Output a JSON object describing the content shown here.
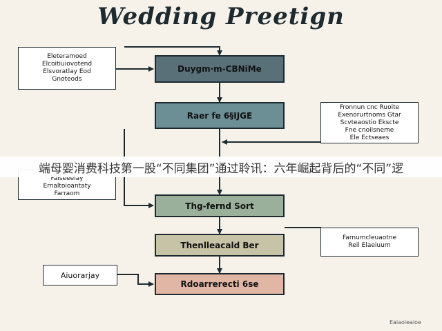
{
  "title": "Wedding Preetign",
  "nodes": {
    "n1": {
      "label": "Duygm·m-CBNiMe",
      "fill": "#5a7079"
    },
    "n2": {
      "label": "Raer fe 6§IJGE",
      "fill": "#6b8f95"
    },
    "n3": {
      "label": "Thg-fernd Sort",
      "fill": "#9ab09a"
    },
    "n4": {
      "label": "Thenlleacald Ber",
      "fill": "#c7c3a6"
    },
    "n5": {
      "label": "Rdoarrerecti 6se",
      "fill": "#e2b6a4"
    }
  },
  "notes": {
    "left_top": [
      "Eleteramoed",
      "Elcoitiuiovotend",
      "Elsvoratlay Eod",
      "Gnoteods"
    ],
    "left_mid": [
      "Faiseeeiay",
      "Ernaltoioantaty",
      "Farraom"
    ],
    "right_top": [
      "Fronnun cnc Ruoite",
      "Exenorurtnoms Gtar",
      "Scvteaostio Ekscte",
      "Fne cnoiisneme",
      "Ele Ectseaes"
    ],
    "right_mid": [
      "Farnumcleuaotne",
      "Reil Elaeiuum"
    ],
    "left_bottom": [
      "Aiuorarjay"
    ]
  },
  "banner": "端母婴消费科技第一股“不同集团”通过聆讯：六年崛起背后的“不同”逻",
  "footnote": "Eaiaoieaioe"
}
